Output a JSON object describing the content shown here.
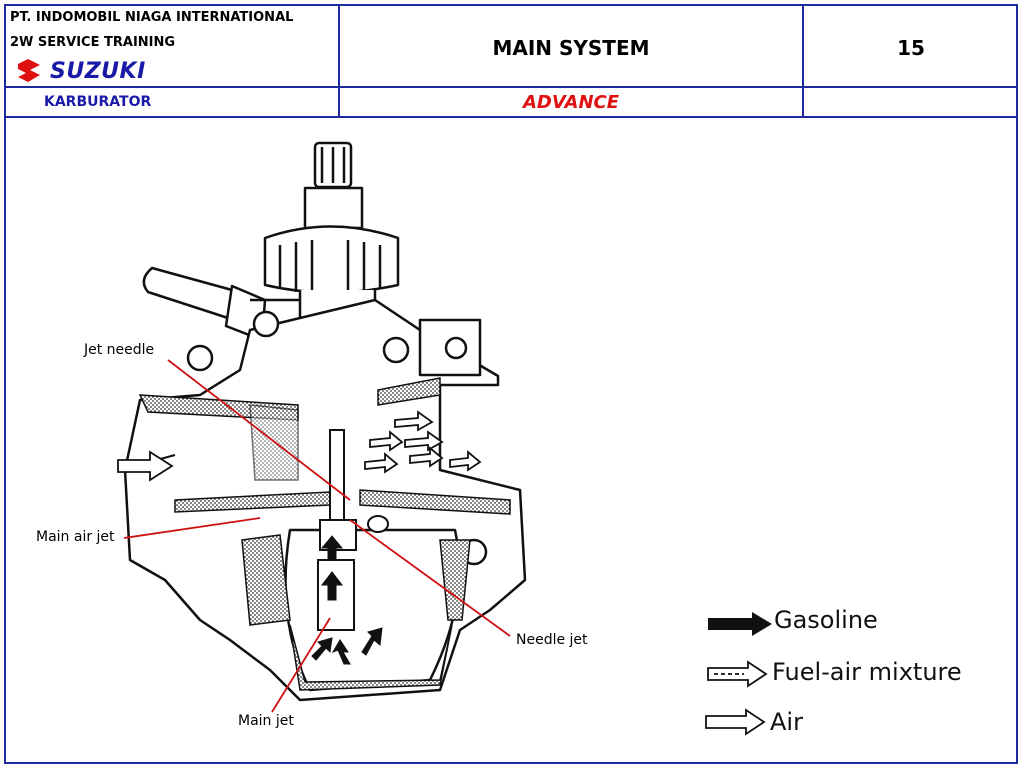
{
  "header": {
    "company": "PT. INDOMOBIL NIAGA INTERNATIONAL",
    "division": "2W SERVICE TRAINING",
    "brand": "SUZUKI",
    "title": "MAIN SYSTEM",
    "page_number": "15",
    "section": "KARBURATOR",
    "level": "ADVANCE"
  },
  "diagram": {
    "labels": {
      "jet_needle": "Jet needle",
      "main_air_jet": "Main air jet",
      "needle_jet": "Needle jet",
      "main_jet": "Main jet"
    },
    "legend": {
      "gasoline": "Gasoline",
      "fuel_air": "Fuel-air mixture",
      "air": "Air"
    }
  },
  "colors": {
    "border": "#1f2a9a",
    "brand_blue": "#1a1aa8",
    "accent_red": "#e01010",
    "leader_line": "#d01010"
  }
}
